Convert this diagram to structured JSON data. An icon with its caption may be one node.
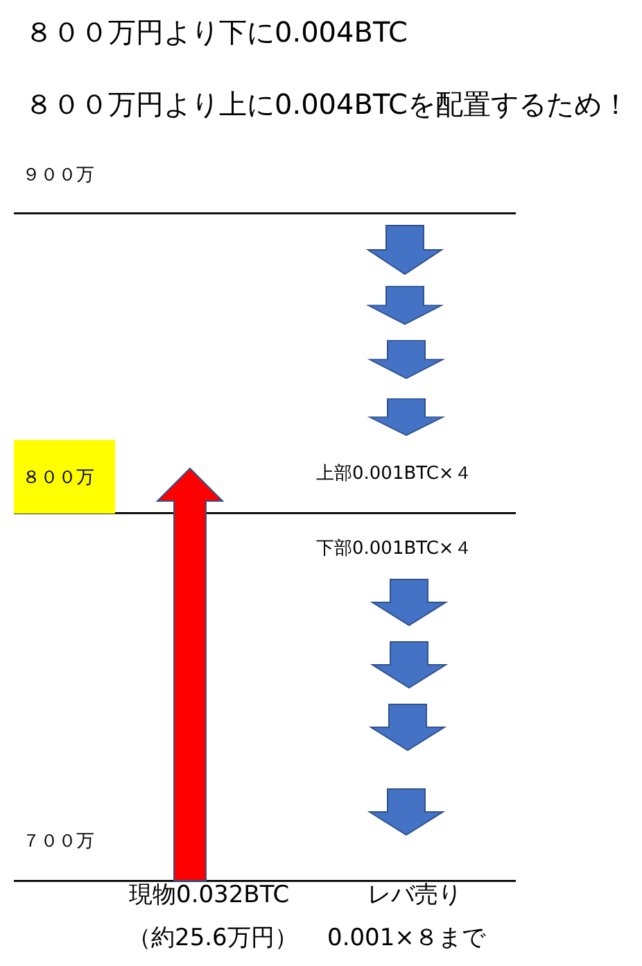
{
  "diagram": {
    "nodes": [
      {
        "text": [
          "８００万"
        ]
      }
    ],
    "labels": [
      "８００万円より下に0.004BTC",
      "８００万円より上に0.004BTCを配置するため！",
      "９００万",
      "上部0.001BTC×４",
      "下部0.001BTC×４",
      "７００万",
      "現物0.032BTC",
      "レバ売り",
      "（約25.6万円）",
      "0.001×８まで"
    ]
  }
}
